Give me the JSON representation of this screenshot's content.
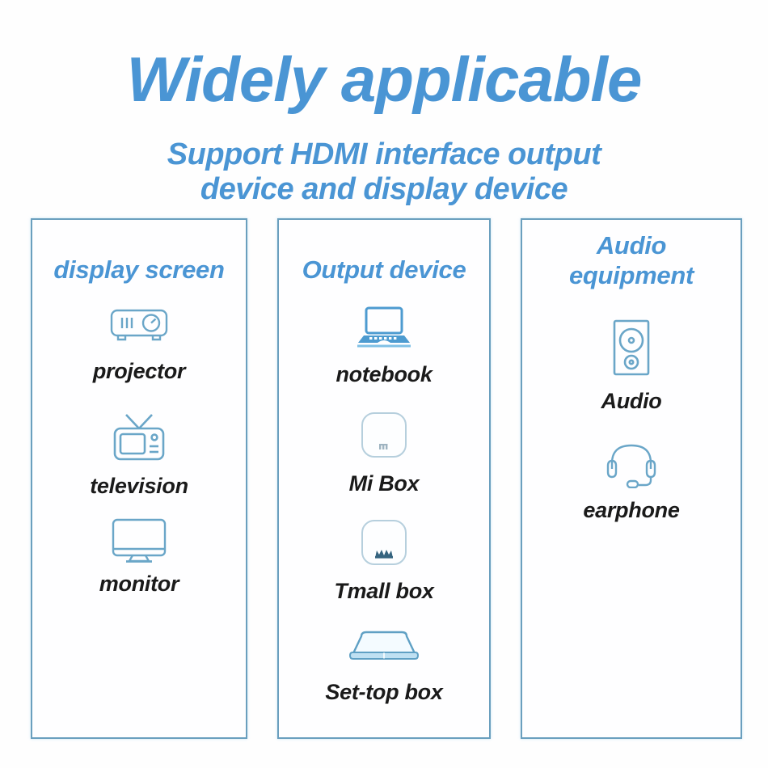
{
  "header": {
    "title": "Widely applicable",
    "subtitle_line1": "Support HDMI interface output",
    "subtitle_line2": "device and display device"
  },
  "colors": {
    "accent_blue": "#4a95d4",
    "icon_blue": "#6aa6c8",
    "border_blue": "#6a9fbe",
    "label_black": "#1a1a1a",
    "background": "#fefefe"
  },
  "columns": [
    {
      "heading": "display screen",
      "items": [
        {
          "label": "projector",
          "icon": "projector-icon"
        },
        {
          "label": "television",
          "icon": "television-icon"
        },
        {
          "label": "monitor",
          "icon": "monitor-icon"
        }
      ]
    },
    {
      "heading": "Output device",
      "items": [
        {
          "label": "notebook",
          "icon": "laptop-icon"
        },
        {
          "label": "Mi Box",
          "icon": "mi-box-icon"
        },
        {
          "label": "Tmall box",
          "icon": "tmall-box-icon"
        },
        {
          "label": "Set-top box",
          "icon": "set-top-box-icon"
        }
      ]
    },
    {
      "heading_line1": "Audio",
      "heading_line2": "equipment",
      "heading": "Audio equipment",
      "items": [
        {
          "label": "Audio",
          "icon": "speaker-icon"
        },
        {
          "label": "earphone",
          "icon": "headset-icon"
        }
      ]
    }
  ]
}
